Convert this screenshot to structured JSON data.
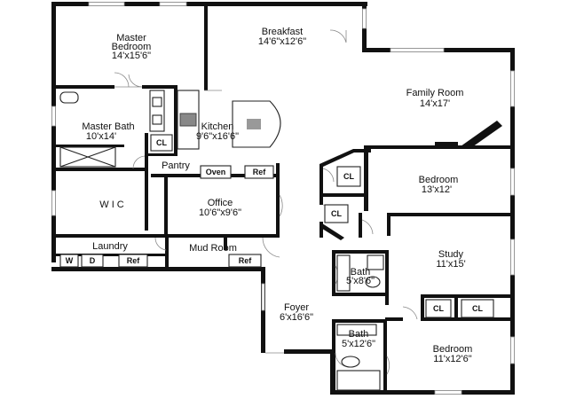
{
  "rooms": {
    "master_bedroom": {
      "name": "Master\nBedroom",
      "dim": "14'x15'6\""
    },
    "breakfast": {
      "name": "Breakfast",
      "dim": "14'6\"x12'6\""
    },
    "family_room": {
      "name": "Family Room",
      "dim": "14'x17'"
    },
    "master_bath": {
      "name": "Master Bath",
      "dim": "10'x14'"
    },
    "kitchen": {
      "name": "Kitchen",
      "dim": "9'6\"x16'6\""
    },
    "bedroom_1": {
      "name": "Bedroom",
      "dim": "13'x12'"
    },
    "wic": {
      "name": "W I C"
    },
    "office": {
      "name": "Office",
      "dim": "10'6\"x9'6\""
    },
    "study": {
      "name": "Study",
      "dim": "11'x15'"
    },
    "laundry": {
      "name": "Laundry"
    },
    "mud_room": {
      "name": "Mud Room"
    },
    "bath_1": {
      "name": "Bath",
      "dim": "5'x8'6\""
    },
    "foyer": {
      "name": "Foyer",
      "dim": "6'x16'6\""
    },
    "bath_2": {
      "name": "Bath",
      "dim": "5'x12'6\""
    },
    "bedroom_2": {
      "name": "Bedroom",
      "dim": "11'x12'6\""
    },
    "pantry": {
      "name": "Pantry"
    }
  },
  "fixtures": {
    "cl": "CL",
    "oven": "Oven",
    "ref": "Ref",
    "washer": "W",
    "dryer": "D"
  },
  "colors": {
    "wall": "#111111",
    "window": "#9a9a9a",
    "door": "#8a8a8a"
  }
}
